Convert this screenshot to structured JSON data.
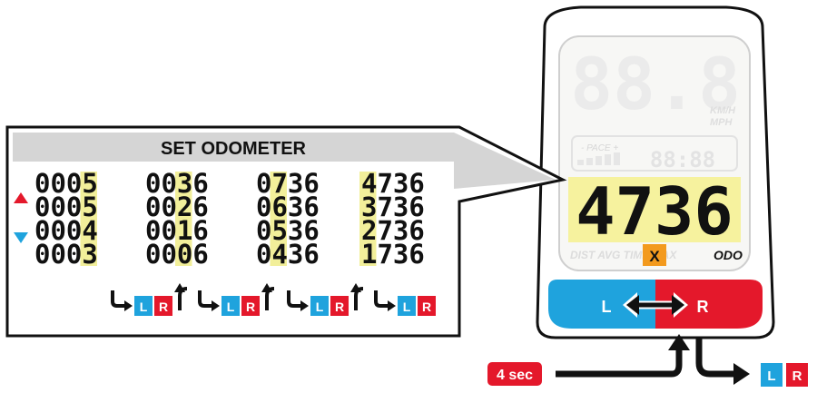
{
  "panel": {
    "title": "SET ODOMETER",
    "rows": [
      [
        "0005",
        "0036",
        "0736",
        "4736"
      ],
      [
        "0005",
        "0026",
        "0636",
        "3736"
      ],
      [
        "0004",
        "0016",
        "0536",
        "2736"
      ],
      [
        "0003",
        "0006",
        "0436",
        "1736"
      ]
    ],
    "highlight_digit_index": [
      3,
      2,
      1,
      0
    ],
    "button_labels": {
      "left": "L",
      "right": "R"
    }
  },
  "device": {
    "speed_top": "88.8",
    "speed_unit_1": "KM/H",
    "speed_unit_2": "MPH",
    "pace_label": "- PACE +",
    "clock": "88:88",
    "main_value": "4736",
    "mode_labels": "DIST AVG TIME MAX",
    "odo_label": "ODO",
    "cursor_mark": "X",
    "left_button": "L",
    "right_button": "R"
  },
  "bottom": {
    "hold_label": "4 sec",
    "left_button": "L",
    "right_button": "R"
  },
  "colors": {
    "blue": "#1fa3dd",
    "red": "#e4182b",
    "highlight": "#f2ef9a",
    "orange": "#f39a1e",
    "up_arrow": "#e4182b",
    "down_arrow": "#1fa3dd"
  }
}
